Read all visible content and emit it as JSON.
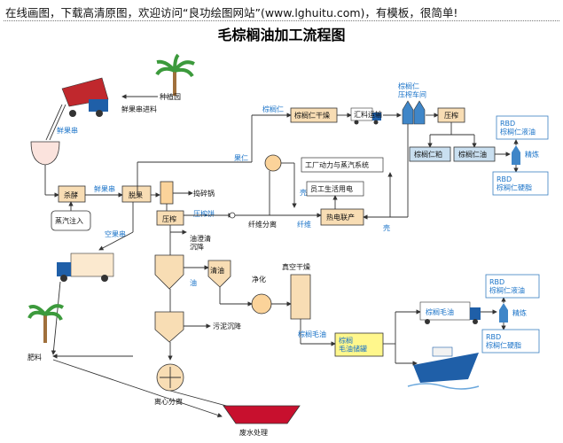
{
  "banner": "在线画图，下载高清原图，欢迎访问“良功绘图网站”(www.lghuitu.com)，有模板，很简单!",
  "title": "毛棕榈油加工流程图",
  "labels": {
    "plantation": "种植园",
    "ffb_input": "鲜果串进料",
    "ffb_top": "鲜果串",
    "sterilize": "杀酵",
    "ffb_mid": "鲜果串",
    "thresh": "脱果",
    "mash": "捣碎锅",
    "press": "压榨",
    "press_cake": "压榨饼",
    "steam": "蒸汽注入",
    "empty_bunch": "空果串",
    "fertilizer": "肥料",
    "kernel_top": "棕榈仁",
    "kernel_dry": "棕榈仁干燥",
    "truck_kernel": "汇料运输",
    "kernel_plant": "棕榈仁\n压榨车间",
    "press2": "压榨",
    "kernel_meal": "棕榈仁粕",
    "kernel_oil": "棕榈仁油",
    "rbd_liquid1": "RBD\n棕榈仁液油",
    "refine1": "精炼",
    "rbd_solid1": "RBD\n棕榈仁硬脂",
    "nut": "果仁",
    "factory_power": "工厂动力与蒸汽系统",
    "staff_power": "员工生活用电",
    "shell": "壳",
    "fiber_sep": "纤维分离",
    "fiber": "纤维",
    "chp": "热电联产",
    "shell2": "壳",
    "clarify": "油澄清\n沉降",
    "oil": "油",
    "clean_oil": "清油",
    "purify": "净化",
    "vacuum": "真空干燥",
    "sludge": "污泥沉降",
    "centrifuge": "离心分离",
    "cpo_storage_lbl": "棕榈毛油",
    "storage": "棕榈\n毛油储罐",
    "cpo_truck": "棕榈毛油",
    "rbd_liquid2": "RBD\n棕榈仁液油",
    "refine2": "精炼",
    "rbd_solid2": "RBD\n棕榈仁硬脂",
    "waste": "废水处理"
  }
}
